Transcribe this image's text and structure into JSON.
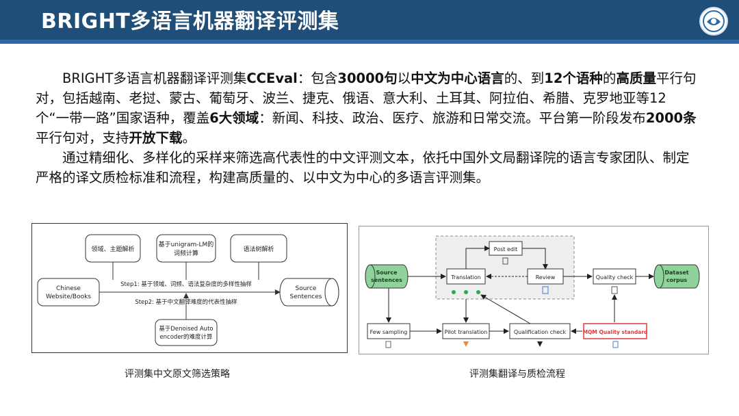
{
  "header": {
    "title": "BRIGHT多语言机器翻译评测集"
  },
  "paragraph1": {
    "p1": "BRIGHT多语言机器翻译评测集",
    "b1": "CCEval",
    "p2": "：包含",
    "b2": "30000句",
    "p3": "以",
    "b3": "中文为中心语言",
    "p4": "的、到",
    "b4": "12个语种",
    "p5": "的",
    "b5": "高质量",
    "p6": "平行句对，包括越南、老挝、蒙古、葡萄牙、波兰、捷克、俄语、意大利、土耳其、阿拉伯、希腊、克罗地亚等12个“一带一路”国家语种，覆盖",
    "b6": "6大领域",
    "p7": "：新闻、科技、政治、医疗、旅游和日常交流。平台第一阶段发布",
    "b7": "2000条",
    "p8": "平行句对，支持",
    "b8": "开放下载",
    "p9": "。"
  },
  "paragraph2": {
    "text": "通过精细化、多样化的采样来筛选高代表性的中文评测文本，依托中国外文局翻译院的语言专家团队、制定严格的译文质检标准和流程，构建高质量的、以中文为中心的多语言评测集。"
  },
  "left_diagram": {
    "box_domain": "领域、主题解析",
    "box_unigram_1": "基于unigram-LM的",
    "box_unigram_2": "词频计算",
    "box_syntax": "语法树解析",
    "chinese_1": "Chinese",
    "chinese_2": "Website/Books",
    "source_1": "Source",
    "source_2": "Sentences",
    "step1": "Step1: 基于领域、词频、语法复杂度的多样性抽样",
    "step2": "Step2: 基于中文翻译难度的代表性抽样",
    "denoised_1": "基于Denoised Auto",
    "denoised_2": "encoder的难度计算",
    "caption": "评测集中文原文筛选策略"
  },
  "right_diagram": {
    "source_1": "Source",
    "source_2": "sentences",
    "post_edit": "Post edit",
    "translation": "Translation",
    "review": "Review",
    "quality_check": "Quality check",
    "dataset_1": "Dataset",
    "dataset_2": "corpus",
    "few_sampling": "Few sampling",
    "pilot_translation": "Pilot translation",
    "qualification_check": "Qualification check",
    "mqm": "MQM Quality standard",
    "caption": "评测集翻译与质检流程"
  },
  "colors": {
    "header_bg": "#1f4e79",
    "source_green": "#8fd39b",
    "mqm_red": "#e03a3a",
    "dashed_bg": "#eeeeee"
  }
}
